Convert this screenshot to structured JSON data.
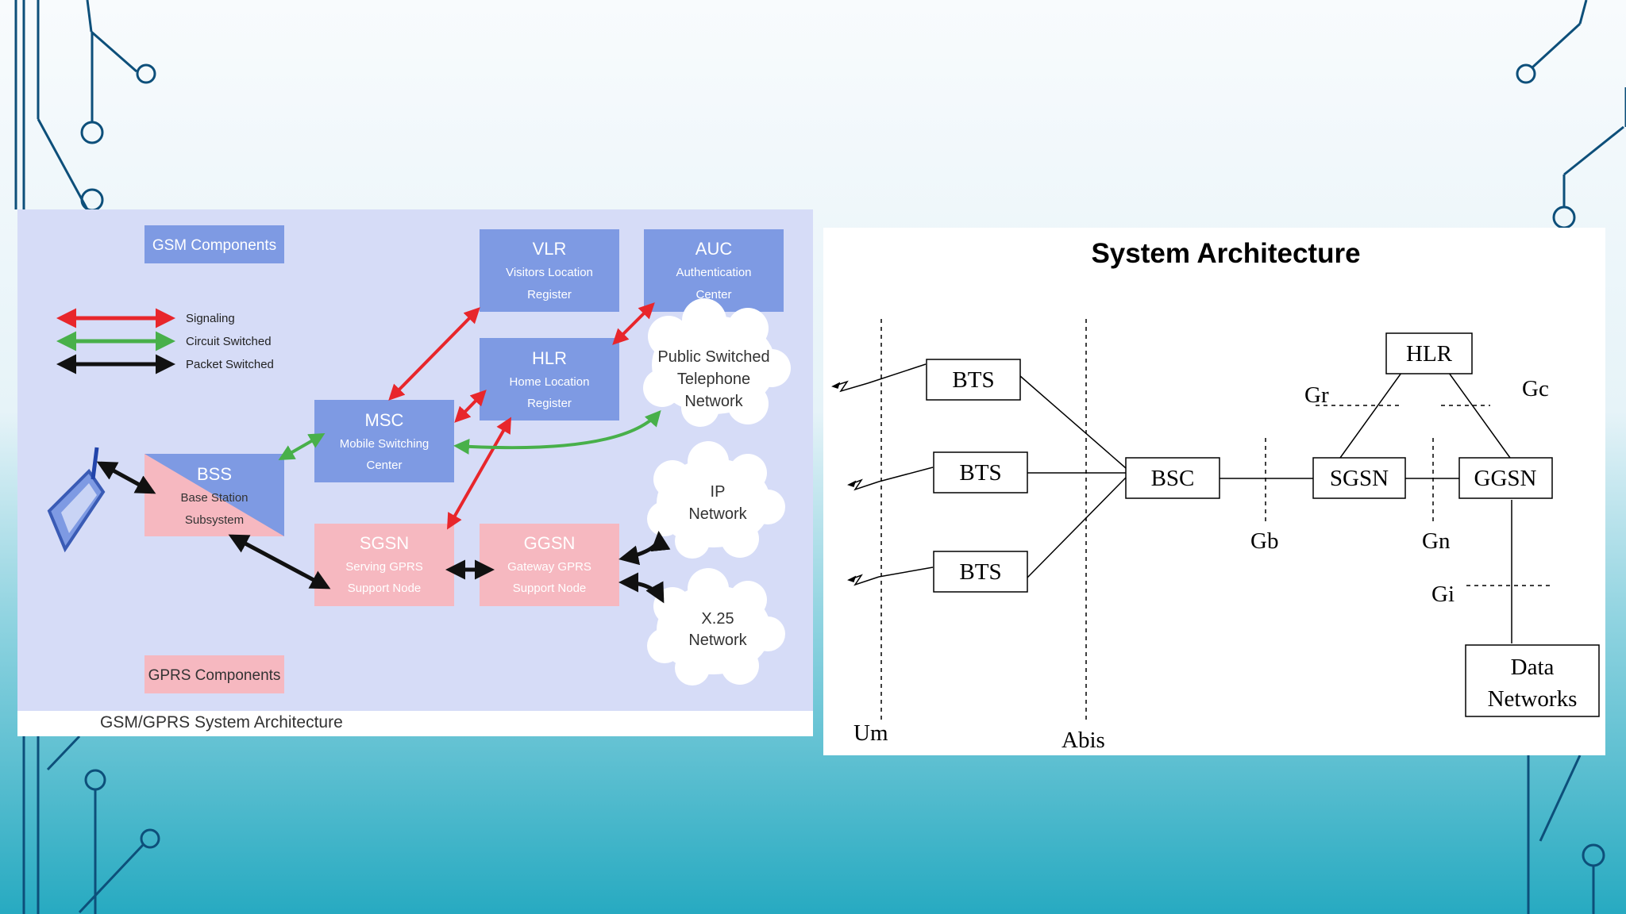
{
  "colors": {
    "bg_top": "#f5fafc",
    "bg_bottom": "#2aaec4",
    "blue_box": "#7e9ae3",
    "pink_box": "#f6b8c0",
    "signal": "#e8262b",
    "circuit": "#48b04a",
    "packet": "#111111"
  },
  "left": {
    "gsm_label": "GSM Components",
    "gprs_label": "GPRS Components",
    "caption": "GSM/GPRS System Architecture",
    "legend": [
      "Signaling",
      "Circuit Switched",
      "Packet Switched"
    ],
    "vlr": {
      "title": "VLR",
      "sub": [
        "Visitors Location",
        "Register"
      ]
    },
    "auc": {
      "title": "AUC",
      "sub": [
        "Authentication",
        "Center"
      ]
    },
    "hlr": {
      "title": "HLR",
      "sub": [
        "Home Location",
        "Register"
      ]
    },
    "msc": {
      "title": "MSC",
      "sub": [
        "Mobile Switching",
        "Center"
      ]
    },
    "bss": {
      "title": "BSS",
      "sub": [
        "Base Station",
        "Subsystem"
      ]
    },
    "sgsn": {
      "title": "SGSN",
      "sub": [
        "Serving GPRS",
        "Support Node"
      ]
    },
    "ggsn": {
      "title": "GGSN",
      "sub": [
        "Gateway GPRS",
        "Support Node"
      ]
    },
    "pstn": [
      "Public Switched",
      "Telephone",
      "Network"
    ],
    "ip": [
      "IP",
      "Network"
    ],
    "x25": [
      "X.25",
      "Network"
    ]
  },
  "right": {
    "title": "System Architecture",
    "bts": [
      "BTS",
      "BTS",
      "BTS"
    ],
    "bsc": "BSC",
    "sgsn": "SGSN",
    "ggsn": "GGSN",
    "hlr": "HLR",
    "data_networks": [
      "Data",
      "Networks"
    ],
    "interfaces": {
      "um": "Um",
      "abis": "Abis",
      "gb": "Gb",
      "gn": "Gn",
      "gi": "Gi",
      "gr": "Gr",
      "gc": "Gc"
    }
  }
}
